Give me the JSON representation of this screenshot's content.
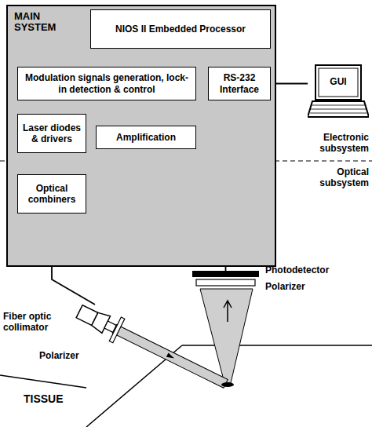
{
  "diagram": {
    "nodes": [
      {
        "text": [
          "MAIN SYSTEM"
        ]
      },
      {
        "text": [
          "NIOS II Embedded Processor"
        ],
        "in": 0
      },
      {
        "text": [
          "Modulation signals generation, lock-in detection & control"
        ],
        "in": 0
      },
      {
        "text": [
          "RS-232 Interface"
        ],
        "in": 0
      },
      {
        "text": [
          "Laser diodes & drivers"
        ],
        "in": 0
      },
      {
        "text": [
          "Amplification"
        ],
        "in": 0
      },
      {
        "text": [
          "Optical combiners"
        ],
        "in": 0
      },
      {
        "text": [
          "GUI"
        ]
      },
      {
        "text": [
          "Photodetector"
        ]
      },
      {
        "text": [
          "Fiber optic collimator"
        ]
      }
    ],
    "edges": [
      {
        "from": 1,
        "to": 2,
        "arrow": "none"
      },
      {
        "from": 1,
        "to": 3,
        "arrow": "none"
      },
      {
        "from": 2,
        "to": 4,
        "arrow": "none"
      },
      {
        "from": 2,
        "to": 5,
        "arrow": "none"
      },
      {
        "from": 3,
        "to": 7,
        "arrow": "none"
      },
      {
        "from": 4,
        "to": 6,
        "arrow": "none"
      },
      {
        "from": 6,
        "to": 9,
        "arrow": "none"
      },
      {
        "from": 5,
        "to": 8,
        "arrow": "none"
      }
    ],
    "labels": [
      "Electronic subsystem",
      "Optical subsystem",
      "Polarizer",
      "Polarizer",
      "TISSUE"
    ]
  }
}
